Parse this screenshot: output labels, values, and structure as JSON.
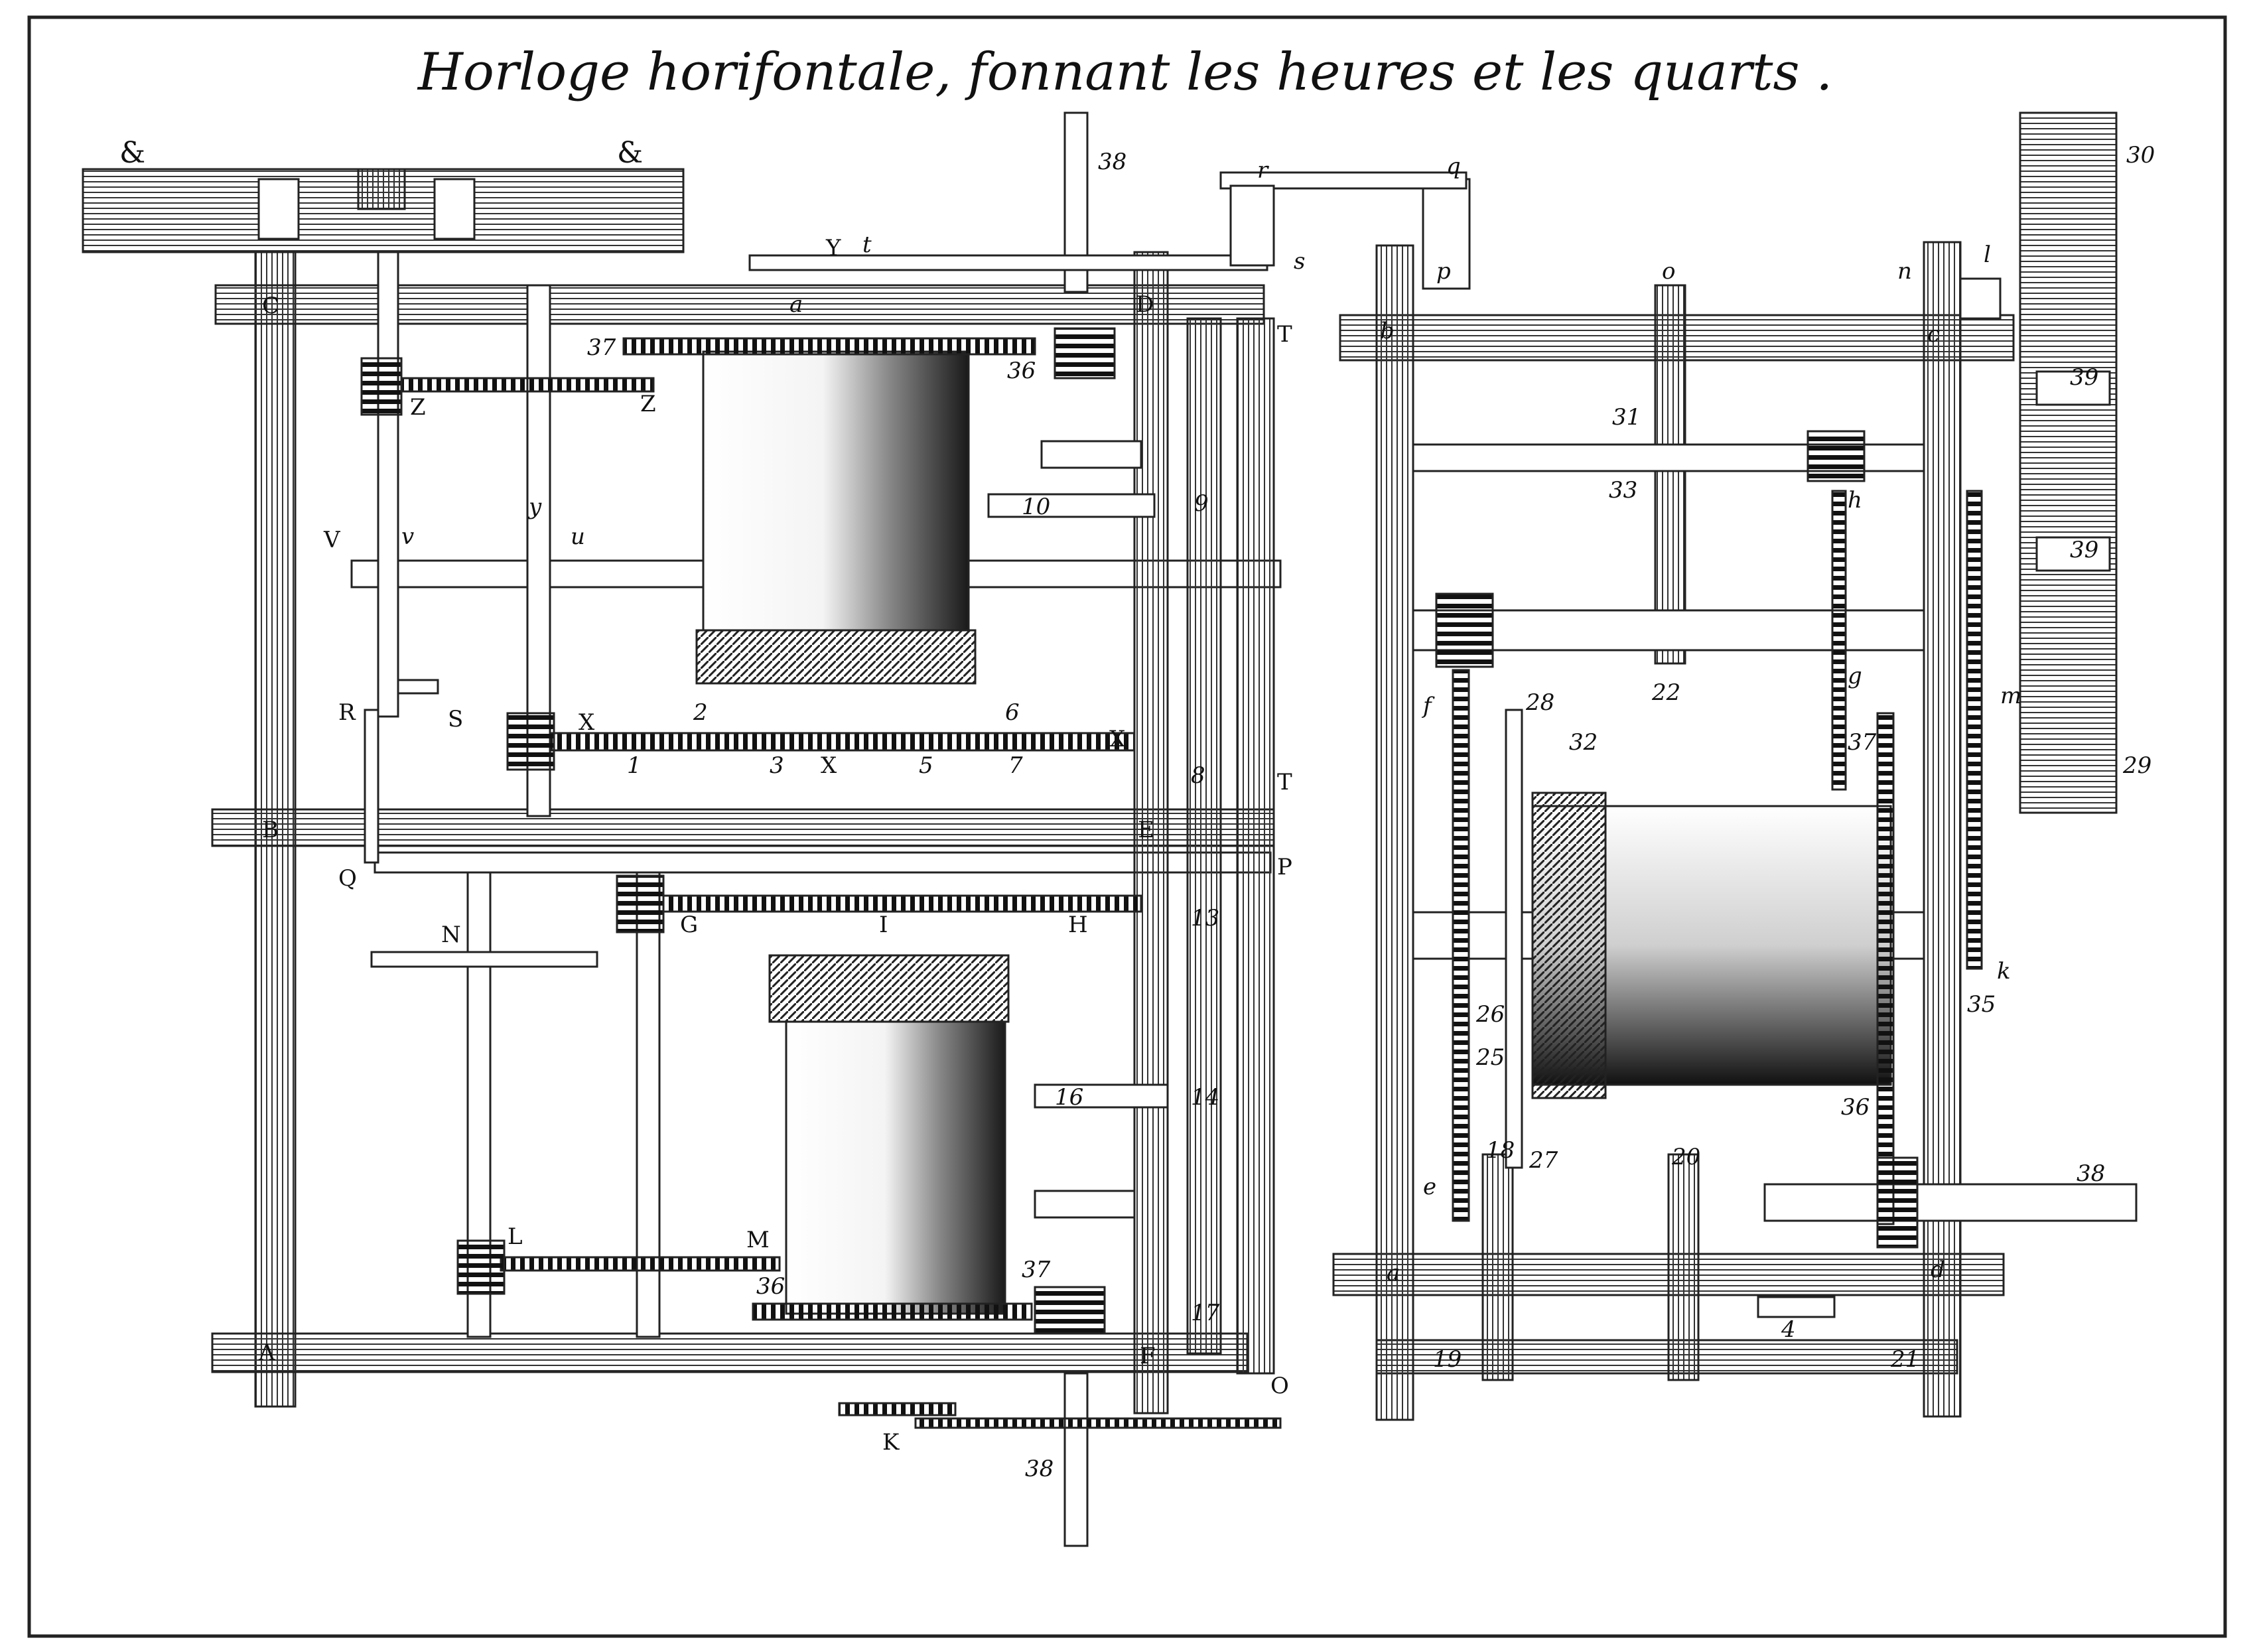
{
  "title": "Horloge horifontale, fonnant les heures et les quarts .",
  "labels_left": {
    "amp_left": "&",
    "amp_right": "&",
    "C": "C",
    "D": "D",
    "B": "B",
    "E": "E",
    "A": "A",
    "F": "F",
    "V": "V",
    "v": "v",
    "y": "y",
    "u": "u",
    "Z1": "Z",
    "Z2": "Z",
    "R": "R",
    "S": "S",
    "Q": "Q",
    "X1": "X",
    "X2": "X",
    "X3": "X",
    "N": "N",
    "G": "G",
    "I": "I",
    "H": "H",
    "L": "L",
    "M": "M",
    "K": "K",
    "O": "O",
    "P": "P",
    "T1": "T",
    "T2": "T",
    "Y": "Y",
    "t": "t",
    "r": "r",
    "s": "s",
    "q": "q",
    "a": "a"
  },
  "numbers_left": {
    "n38_top": "38",
    "n37_top": "37",
    "n36_top": "36",
    "n10": "10",
    "n2": "2",
    "n6": "6",
    "n1": "1",
    "n3": "3",
    "n5": "5",
    "n7": "7",
    "n8": "8",
    "n13": "13",
    "n16": "16",
    "n14": "14",
    "n36_bot": "36",
    "n37_bot": "37",
    "n17": "17",
    "n38_bot": "38",
    "n9": "9"
  },
  "labels_right": {
    "b": "b",
    "c": "c",
    "o": "o",
    "n": "n",
    "p": "p",
    "l": "l",
    "h": "h",
    "m": "m",
    "g": "g",
    "f": "f",
    "k": "k",
    "e": "e",
    "a": "a",
    "d": "d"
  },
  "numbers_right": {
    "n30": "30",
    "n31": "31",
    "n33": "33",
    "n39a": "39",
    "n39b": "39",
    "n22": "22",
    "n28": "28",
    "n32": "32",
    "n37": "37",
    "n29": "29",
    "n26": "26",
    "n25": "25",
    "n36": "36",
    "n35": "35",
    "n18": "18",
    "n27": "27",
    "n20": "20",
    "n38": "38",
    "n19": "19",
    "n21": "21",
    "n4": "4"
  }
}
